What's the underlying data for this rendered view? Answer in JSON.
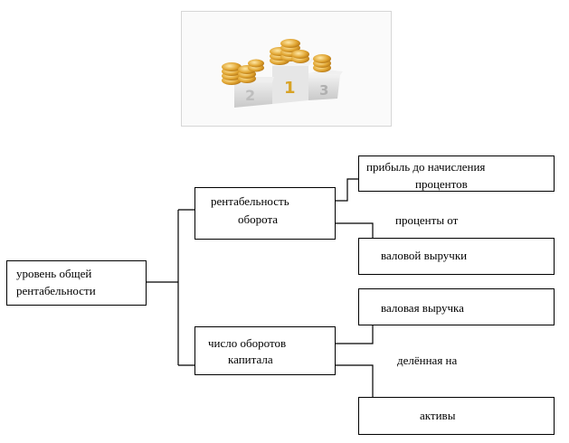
{
  "illustration": {
    "icon": "podium-coins-icon",
    "place_labels": [
      "2",
      "1",
      "3"
    ]
  },
  "root": {
    "lines": [
      "уровень общей",
      "рентабельности"
    ]
  },
  "node_turnover": {
    "lines": [
      "рентабельность",
      "оборота"
    ]
  },
  "node_capital": {
    "lines": [
      "число оборотов",
      "капитала"
    ]
  },
  "leaf_profit": {
    "lines": [
      "прибыль до начисления",
      "процентов"
    ]
  },
  "connector_percent": "проценты от",
  "leaf_gross_revenue_1": "валовой выручки",
  "leaf_gross_revenue_2": "валовая выручка",
  "connector_divided": "делённая на",
  "leaf_assets": "активы"
}
